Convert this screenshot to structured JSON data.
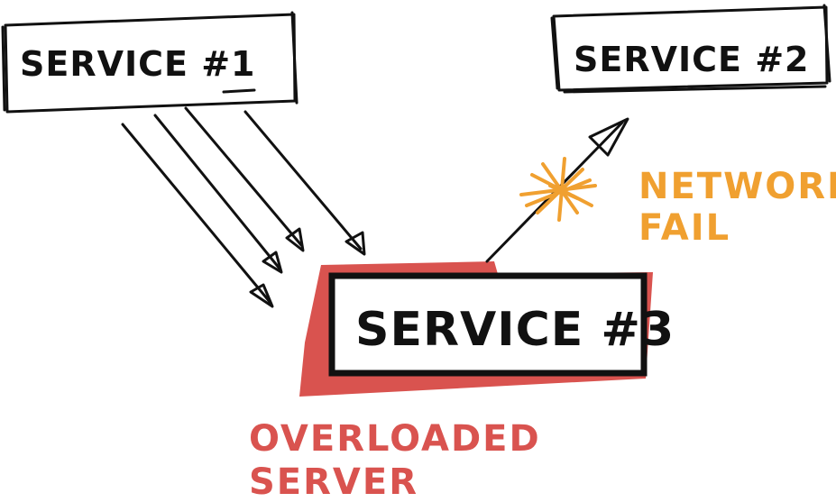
{
  "nodes": {
    "service1": {
      "label": "SERVICE #1"
    },
    "service2": {
      "label": "SERVICE #2"
    },
    "service3": {
      "label": "SERVICE #3"
    }
  },
  "annotations": {
    "network_fail": {
      "line1": "NETWORK",
      "line2": "FAIL"
    },
    "overloaded": {
      "line1": "OVERLOADED",
      "line2": "SERVER"
    }
  },
  "colors": {
    "ink": "#111111",
    "overload": "#d9534f",
    "network_fail": "#f0a030",
    "background": "#ffffff"
  },
  "edges": [
    {
      "from": "service1",
      "to": "service3",
      "count": 4
    },
    {
      "from": "service3",
      "to": "service2",
      "status": "failed"
    }
  ]
}
